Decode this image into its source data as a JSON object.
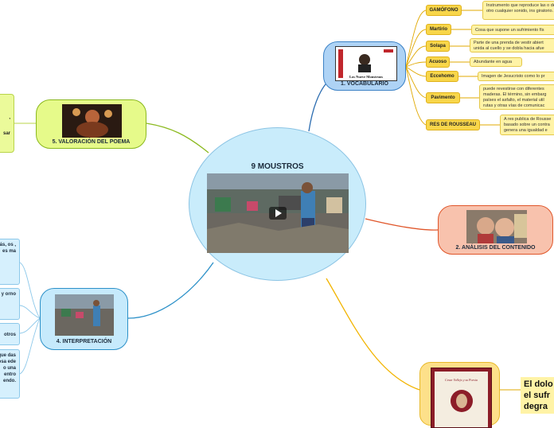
{
  "center": {
    "title": "9 MOUSTROS"
  },
  "topics": {
    "vocabulario": {
      "label": "1. VOCABULARIO",
      "thumb_title": "Los Nueve Monstruos"
    },
    "analisis": {
      "label": "2. ANÁLISIS DEL CONTENIDO"
    },
    "interpretacion": {
      "label": "4. INTERPRETACIÓN"
    },
    "valoracion": {
      "label": "5. VALORACIÓN DEL POEMA"
    },
    "book": {
      "cover_title": "Cesar Vallejo y su Poesia",
      "big_text": [
        "El dolo",
        "el sufr",
        "degra"
      ]
    }
  },
  "vocab_terms": [
    {
      "term": "GAMÓFONO",
      "definition": "Instrumento que reproduce las o de otro cualquier sonido, ins giratorio."
    },
    {
      "term": "Martirio",
      "definition": "Cosa que supone un sufrimiento fís"
    },
    {
      "term": "Solapa",
      "definition": "Parte de una prenda de vestir abiert unida al cuello y se dobla hacia afue"
    },
    {
      "term": "Acuoso",
      "definition": "Abundante en agua"
    },
    {
      "term": "Eccehomo",
      "definition": "Imagen de Jesucristo como lo pr"
    },
    {
      "term": "Pavimento",
      "definition": "puede revestirse con diferentes maderas. El término, sin embarg países el asfalto, el material util rutas y otras vías de comunicac"
    },
    {
      "term": "RES DE ROUSSEAU",
      "definition": "A res publica de Rousse basado sobre un contra genera una igualdad e"
    }
  ],
  "interpretation_notes": [
    "ás, os , es ma",
    "y orno",
    "otros",
    "que das rosa ede o una entro endo."
  ],
  "valoracion_note": ", ",
  "valoracion_note2": "sar"
}
